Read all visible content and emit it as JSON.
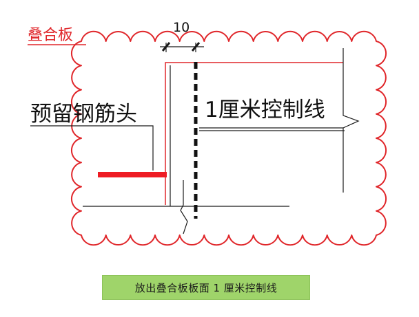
{
  "diagram": {
    "labels": {
      "slab": "叠合板",
      "rebar_stub": "预留钢筋头",
      "control_line": "1厘米控制线",
      "dimension": "10"
    },
    "colors": {
      "cloud_outline": "#e0262a",
      "slab_label": "#e0262a",
      "rebar": "#ee1c24",
      "lines": "#1a1a1a",
      "caption_background": "#9fd46a"
    }
  },
  "caption": {
    "text": "放出叠合板板面 1 厘米控制线"
  }
}
